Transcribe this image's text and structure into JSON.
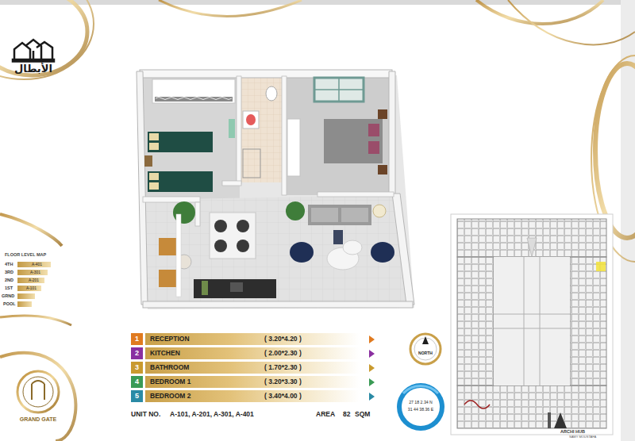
{
  "diagram": {
    "nodes": [
      {
        "text": [
          "1",
          "RECEPTION",
          "( 3.20*4.20 )"
        ]
      },
      {
        "text": [
          "2",
          "KITCHEN",
          "( 2.00*2.30 )"
        ]
      },
      {
        "text": [
          "3",
          "BATHROOM",
          "( 1.70*2.30 )"
        ]
      },
      {
        "text": [
          "4",
          "BEDROOM 1",
          "( 3.20*3.30 )"
        ]
      },
      {
        "text": [
          "5",
          "BEDROOM 2",
          "( 3.40*4.00 )"
        ]
      }
    ],
    "edges": [],
    "labels": [
      "الأبطال",
      "FLOOR LEVEL MAP",
      "4TH",
      "A-401",
      "3RD",
      "A-301",
      "2ND",
      "A-201",
      "1ST",
      "A-101",
      "GRND",
      "POOL",
      "NORTH",
      "UNIT NO.",
      "A-101, A-201, A-301, A-401",
      "AREA",
      "82",
      "SQM",
      "GRAND GATE",
      "27 18 2.34 N",
      "31 44 38.36 E",
      "ARCHI HUB",
      "SAMY MOUSTAFA"
    ]
  }
}
